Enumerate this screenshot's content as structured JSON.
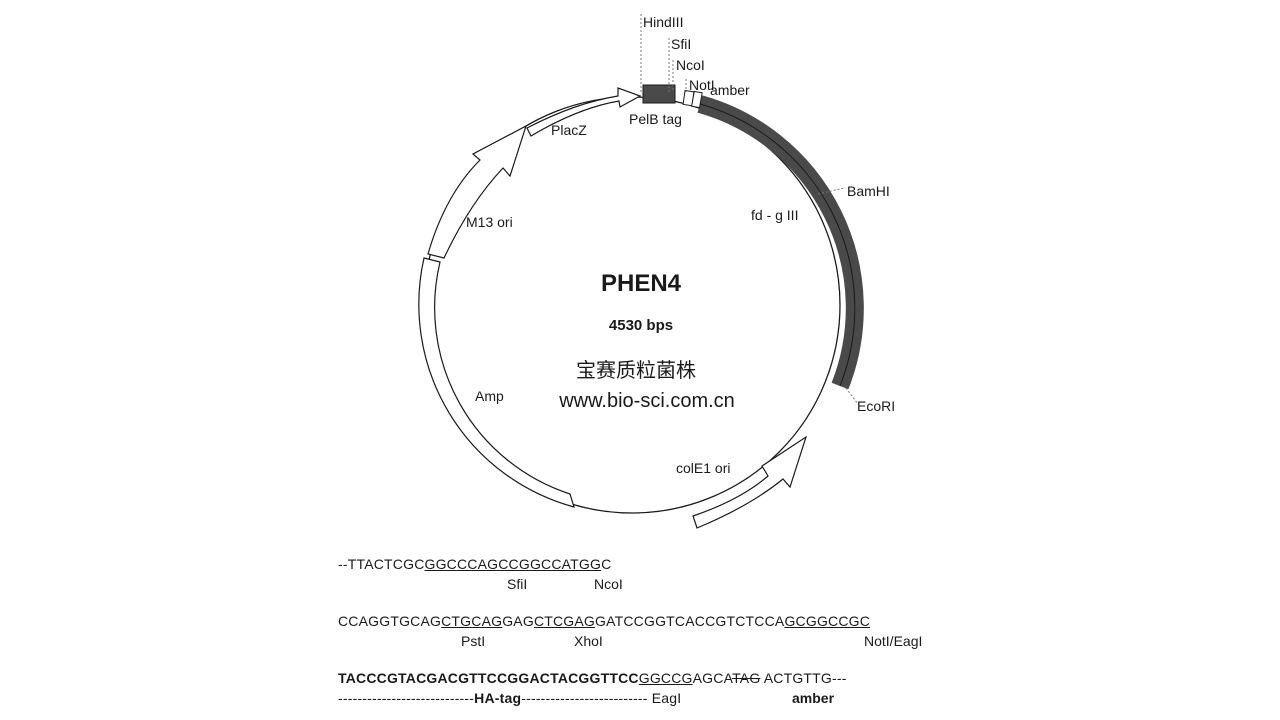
{
  "map": {
    "name": "PHEN4",
    "size": "4530 bps",
    "watermark_cn": "宝赛质粒菌株",
    "watermark_url": "www.bio-sci.com.cn",
    "labels": {
      "hindiii": "HindIII",
      "sfii": "SfiI",
      "ncoi": "NcoI",
      "noti": "NotI",
      "amber": "amber",
      "pelb": "PelB tag",
      "placz": "PlacZ",
      "m13": "M13 ori",
      "amp": "Amp",
      "fdg3": "fd - g III",
      "bamhi": "BamHI",
      "ecori": "EcoRI",
      "cole1": "colE1 ori"
    }
  },
  "sequence": {
    "l1a": "--TTACTCGC",
    "l1b": "GGCCCAGCCGGCCATGG",
    "l1c": "C",
    "l1_sfi": "SfiI",
    "l1_nco": "NcoI",
    "l2a": "CCAGGTGCAG",
    "l2b": "CTGCAG",
    "l2c": "GAG",
    "l2d": "CTCGAG",
    "l2e": "GATCCGGTCACCGTCTCCA",
    "l2f": "GCGGCCGC",
    "l2_pst": "PstI",
    "l2_xho": "XhoI",
    "l2_not": "NotI/EagI",
    "l3a": "TACCCGTACGACGTTCCGGACTACGGTTCC",
    "l3b": "GGCCG",
    "l3c": "AGCA",
    "l3d": "TAG",
    "l3e": " ACTGTTG---",
    "l4a": "----------------------------",
    "l4b": "HA-tag",
    "l4c": "-------------------------- EagI",
    "l4d": "amber"
  }
}
